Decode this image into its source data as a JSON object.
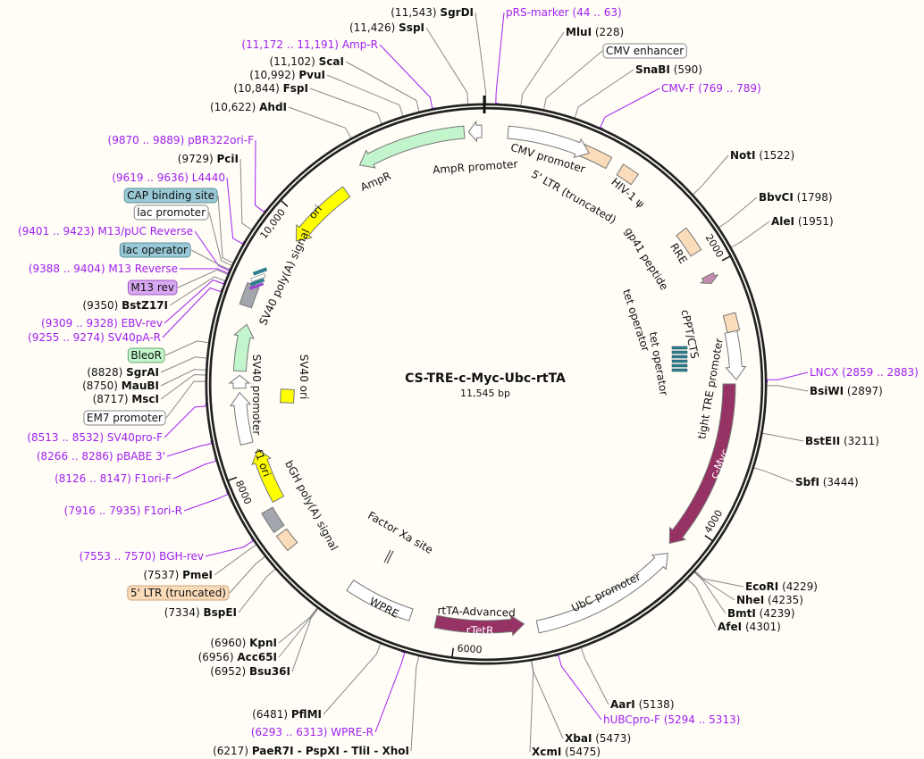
{
  "plasmid": {
    "name": "CS-TRE-c-Myc-Ubc-rtTA",
    "size_label": "11,545 bp",
    "length_bp": 11545
  },
  "ticks": [
    {
      "bp": 2000,
      "label": "2000"
    },
    {
      "bp": 4000,
      "label": "4000"
    },
    {
      "bp": 6000,
      "label": "6000"
    },
    {
      "bp": 8000,
      "label": "8000"
    },
    {
      "bp": 10000,
      "label": "10,000"
    }
  ],
  "features": [
    {
      "label": "AmpR promoter",
      "start": 11417,
      "end": 11513,
      "dir": -1,
      "shape": "arrow",
      "color": "#ffffff"
    },
    {
      "label": "AmpR",
      "start": 10583,
      "end": 11385,
      "dir": -1,
      "shape": "arrow",
      "color": "#c3f5cc"
    },
    {
      "label": "ori",
      "start": 9845,
      "end": 10391,
      "dir": -1,
      "shape": "arrow",
      "color": "#ffff00"
    },
    {
      "label": "SV40 poly(A) signal",
      "start": 9236,
      "end": 9396,
      "dir": 0,
      "shape": "box",
      "color": "#a3a6ad"
    },
    {
      "label": "BleoR",
      "start": 8755,
      "end": 9107,
      "dir": 1,
      "shape": "arrow",
      "color": "#c3f5cc"
    },
    {
      "label": "EM7 promoter",
      "start": 8627,
      "end": 8723,
      "dir": 1,
      "shape": "arrow",
      "color": "#ffffff"
    },
    {
      "label": "SV40 promoter",
      "start": 8210,
      "end": 8595,
      "dir": 1,
      "shape": "arrow",
      "color": "#ffffff"
    },
    {
      "label": "f1 ori",
      "start": 7728,
      "end": 8146,
      "dir": 1,
      "shape": "arrow",
      "color": "#ffff00"
    },
    {
      "label": "bGH poly(A) signal",
      "start": 7536,
      "end": 7696,
      "dir": 0,
      "shape": "box",
      "color": "#a3a6ad"
    },
    {
      "label": "5' LTR (truncated)",
      "start": 7375,
      "end": 7504,
      "dir": 0,
      "shape": "box",
      "color": "#fbdcba"
    },
    {
      "label": "WPRE",
      "start": 6350,
      "end": 6863,
      "dir": 0,
      "shape": "box",
      "color": "#ffffff"
    },
    {
      "label": "rTetR",
      "start": 5484,
      "end": 6157,
      "dir": -1,
      "shape": "arrow",
      "color": "#963264"
    },
    {
      "label": "UbC promoter",
      "start": 4265,
      "end": 5388,
      "dir": -1,
      "shape": "arrow",
      "color": "#ffffff"
    },
    {
      "label": "c-Myc",
      "start": 2886,
      "end": 4201,
      "dir": 1,
      "shape": "arrow",
      "color": "#963264"
    },
    {
      "label": "tight TRE promoter",
      "start": 2501,
      "end": 2854,
      "dir": 1,
      "shape": "arrow",
      "color": "#ffffff"
    },
    {
      "label": "cPPT/CTS",
      "start": 2373,
      "end": 2501,
      "dir": 0,
      "shape": "box",
      "color": "#fbdcba"
    },
    {
      "label": "gp41 peptide",
      "start": 2050,
      "end": 2115,
      "dir": 1,
      "shape": "arrow",
      "color": "#c58bb0"
    },
    {
      "label": "RRE",
      "start": 1668,
      "end": 1860,
      "dir": 0,
      "shape": "box",
      "color": "#fbdcba"
    },
    {
      "label": "HIV-1 ψ",
      "start": 1026,
      "end": 1154,
      "dir": 0,
      "shape": "box",
      "color": "#fbdcba"
    },
    {
      "label": "5' LTR (truncated)",
      "start": 705,
      "end": 930,
      "dir": 0,
      "shape": "box",
      "color": "#fbdcba"
    },
    {
      "label": "CMV promoter",
      "start": 160,
      "end": 770,
      "dir": 1,
      "shape": "arrow",
      "color": "#ffffff"
    }
  ],
  "extra_labels": {
    "rtta": "rtTA-Advanced",
    "sv40_ori": "SV40 ori",
    "factor_xa": "Factor Xa site",
    "tet_operator_1": "tet operator",
    "tet_operator_2": "tet operator"
  },
  "colors": {
    "primer": "#a020f0",
    "backbone": "#222222",
    "tet_operator": "#2f7f8f"
  },
  "left_labels": [
    {
      "kind": "site",
      "num": "(11,543)",
      "name": "SgrDI",
      "bp": 11543
    },
    {
      "kind": "site",
      "num": "(11,426)",
      "name": "SspI",
      "bp": 11426
    },
    {
      "kind": "primer",
      "num": "(11,172 .. 11,191)",
      "name": "Amp-R",
      "bp": 11191
    },
    {
      "kind": "site",
      "num": "(11,102)",
      "name": "ScaI",
      "bp": 11102
    },
    {
      "kind": "site",
      "num": "(10,992)",
      "name": "PvuI",
      "bp": 10992
    },
    {
      "kind": "site",
      "num": "(10,844)",
      "name": "FspI",
      "bp": 10844
    },
    {
      "kind": "site",
      "num": "(10,622)",
      "name": "AhdI",
      "bp": 10622
    },
    {
      "kind": "primer",
      "num": "(9870 .. 9889)",
      "name": "pBR322ori-F",
      "bp": 9870
    },
    {
      "kind": "site",
      "num": "(9729)",
      "name": "PciI",
      "bp": 9729
    },
    {
      "kind": "primer",
      "num": "(9619 .. 9636)",
      "name": "L4440",
      "bp": 9619
    },
    {
      "kind": "feature",
      "name": "CAP binding site",
      "bp": 9480,
      "fill": "#99c9d6",
      "stroke": "#5c8f9c"
    },
    {
      "kind": "feature",
      "name": "lac promoter",
      "bp": 9460,
      "fill": "#ffffff",
      "stroke": "#888888"
    },
    {
      "kind": "primer",
      "num": "(9401 .. 9423)",
      "name": "M13/pUC Reverse",
      "bp": 9423
    },
    {
      "kind": "feature",
      "name": "lac operator",
      "bp": 9430,
      "fill": "#99c9d6",
      "stroke": "#5c8f9c"
    },
    {
      "kind": "primer",
      "num": "(9388 .. 9404)",
      "name": "M13 Reverse",
      "bp": 9404
    },
    {
      "kind": "feature",
      "name": "M13 rev",
      "bp": 9396,
      "fill": "#d9a8f2",
      "stroke": "#9b59c0"
    },
    {
      "kind": "site",
      "num": "(9350)",
      "name": "BstZ17I",
      "bp": 9350
    },
    {
      "kind": "primer",
      "num": "(9309 .. 9328)",
      "name": "EBV-rev",
      "bp": 9328
    },
    {
      "kind": "primer",
      "num": "(9255 .. 9274)",
      "name": "SV40pA-R",
      "bp": 9274
    },
    {
      "kind": "feature",
      "name": "BleoR",
      "bp": 8930,
      "fill": "#c3f5cc",
      "stroke": "#6aa66f"
    },
    {
      "kind": "site",
      "num": "(8828)",
      "name": "SgrAI",
      "bp": 8828
    },
    {
      "kind": "site",
      "num": "(8750)",
      "name": "MauBI",
      "bp": 8750
    },
    {
      "kind": "site",
      "num": "(8717)",
      "name": "MscI",
      "bp": 8717
    },
    {
      "kind": "feature",
      "name": "EM7 promoter",
      "bp": 8675,
      "fill": "#ffffff",
      "stroke": "#888888"
    },
    {
      "kind": "primer",
      "num": "(8513 .. 8532)",
      "name": "SV40pro-F",
      "bp": 8513
    },
    {
      "kind": "primer",
      "num": "(8266 .. 8286)",
      "name": "pBABE 3'",
      "bp": 8266
    },
    {
      "kind": "primer",
      "num": "(8126 .. 8147)",
      "name": "F1ori-F",
      "bp": 8147
    },
    {
      "kind": "primer",
      "num": "(7916 .. 7935)",
      "name": "F1ori-R",
      "bp": 7916
    },
    {
      "kind": "primer",
      "num": "(7553 .. 7570)",
      "name": "BGH-rev",
      "bp": 7570
    },
    {
      "kind": "site",
      "num": "(7537)",
      "name": "PmeI",
      "bp": 7537
    },
    {
      "kind": "feature",
      "name": "5' LTR (truncated)",
      "bp": 7440,
      "fill": "#fbdcba",
      "stroke": "#c9a27a"
    },
    {
      "kind": "site",
      "num": "(7334)",
      "name": "BspEI",
      "bp": 7334
    },
    {
      "kind": "site",
      "num": "(6960)",
      "name": "KpnI",
      "bp": 6960
    },
    {
      "kind": "site",
      "num": "(6956)",
      "name": "Acc65I",
      "bp": 6956
    },
    {
      "kind": "site",
      "num": "(6952)",
      "name": "Bsu36I",
      "bp": 6952
    },
    {
      "kind": "site",
      "num": "(6481)",
      "name": "PflMI",
      "bp": 6481
    },
    {
      "kind": "primer",
      "num": "(6293 .. 6313)",
      "name": "WPRE-R",
      "bp": 6313
    },
    {
      "kind": "site",
      "num": "(6217)",
      "name": "PaeR7I - PspXI - TliI - XhoI",
      "bp": 6217
    }
  ],
  "right_labels": [
    {
      "kind": "primer",
      "num": "(44 .. 63)",
      "name": "pRS-marker",
      "bp": 63
    },
    {
      "kind": "site",
      "num": "(228)",
      "name": "MluI",
      "bp": 228
    },
    {
      "kind": "feature",
      "name": "CMV enhancer",
      "bp": 380,
      "fill": "#ffffff",
      "stroke": "#888888"
    },
    {
      "kind": "site",
      "num": "(590)",
      "name": "SnaBI",
      "bp": 590
    },
    {
      "kind": "primer",
      "num": "(769 .. 789)",
      "name": "CMV-F",
      "bp": 769
    },
    {
      "kind": "site",
      "num": "(1522)",
      "name": "NotI",
      "bp": 1522
    },
    {
      "kind": "site",
      "num": "(1798)",
      "name": "BbvCI",
      "bp": 1798
    },
    {
      "kind": "site",
      "num": "(1951)",
      "name": "AleI",
      "bp": 1951
    },
    {
      "kind": "primer",
      "num": "(2859 .. 2883)",
      "name": "LNCX",
      "bp": 2859
    },
    {
      "kind": "site",
      "num": "(2897)",
      "name": "BsiWI",
      "bp": 2897
    },
    {
      "kind": "site",
      "num": "(3211)",
      "name": "BstEII",
      "bp": 3211
    },
    {
      "kind": "site",
      "num": "(3444)",
      "name": "SbfI",
      "bp": 3444
    },
    {
      "kind": "site",
      "num": "(4229)",
      "name": "EcoRI",
      "bp": 4229
    },
    {
      "kind": "site",
      "num": "(4235)",
      "name": "NheI",
      "bp": 4235
    },
    {
      "kind": "site",
      "num": "(4239)",
      "name": "BmtI",
      "bp": 4239
    },
    {
      "kind": "site",
      "num": "(4301)",
      "name": "AfeI",
      "bp": 4301
    },
    {
      "kind": "site",
      "num": "(5138)",
      "name": "AarI",
      "bp": 5138
    },
    {
      "kind": "primer",
      "num": "(5294 .. 5313)",
      "name": "hUBCpro-F",
      "bp": 5294
    },
    {
      "kind": "site",
      "num": "(5473)",
      "name": "XbaI",
      "bp": 5473
    },
    {
      "kind": "site",
      "num": "(5475)",
      "name": "XcmI",
      "bp": 5475
    }
  ]
}
